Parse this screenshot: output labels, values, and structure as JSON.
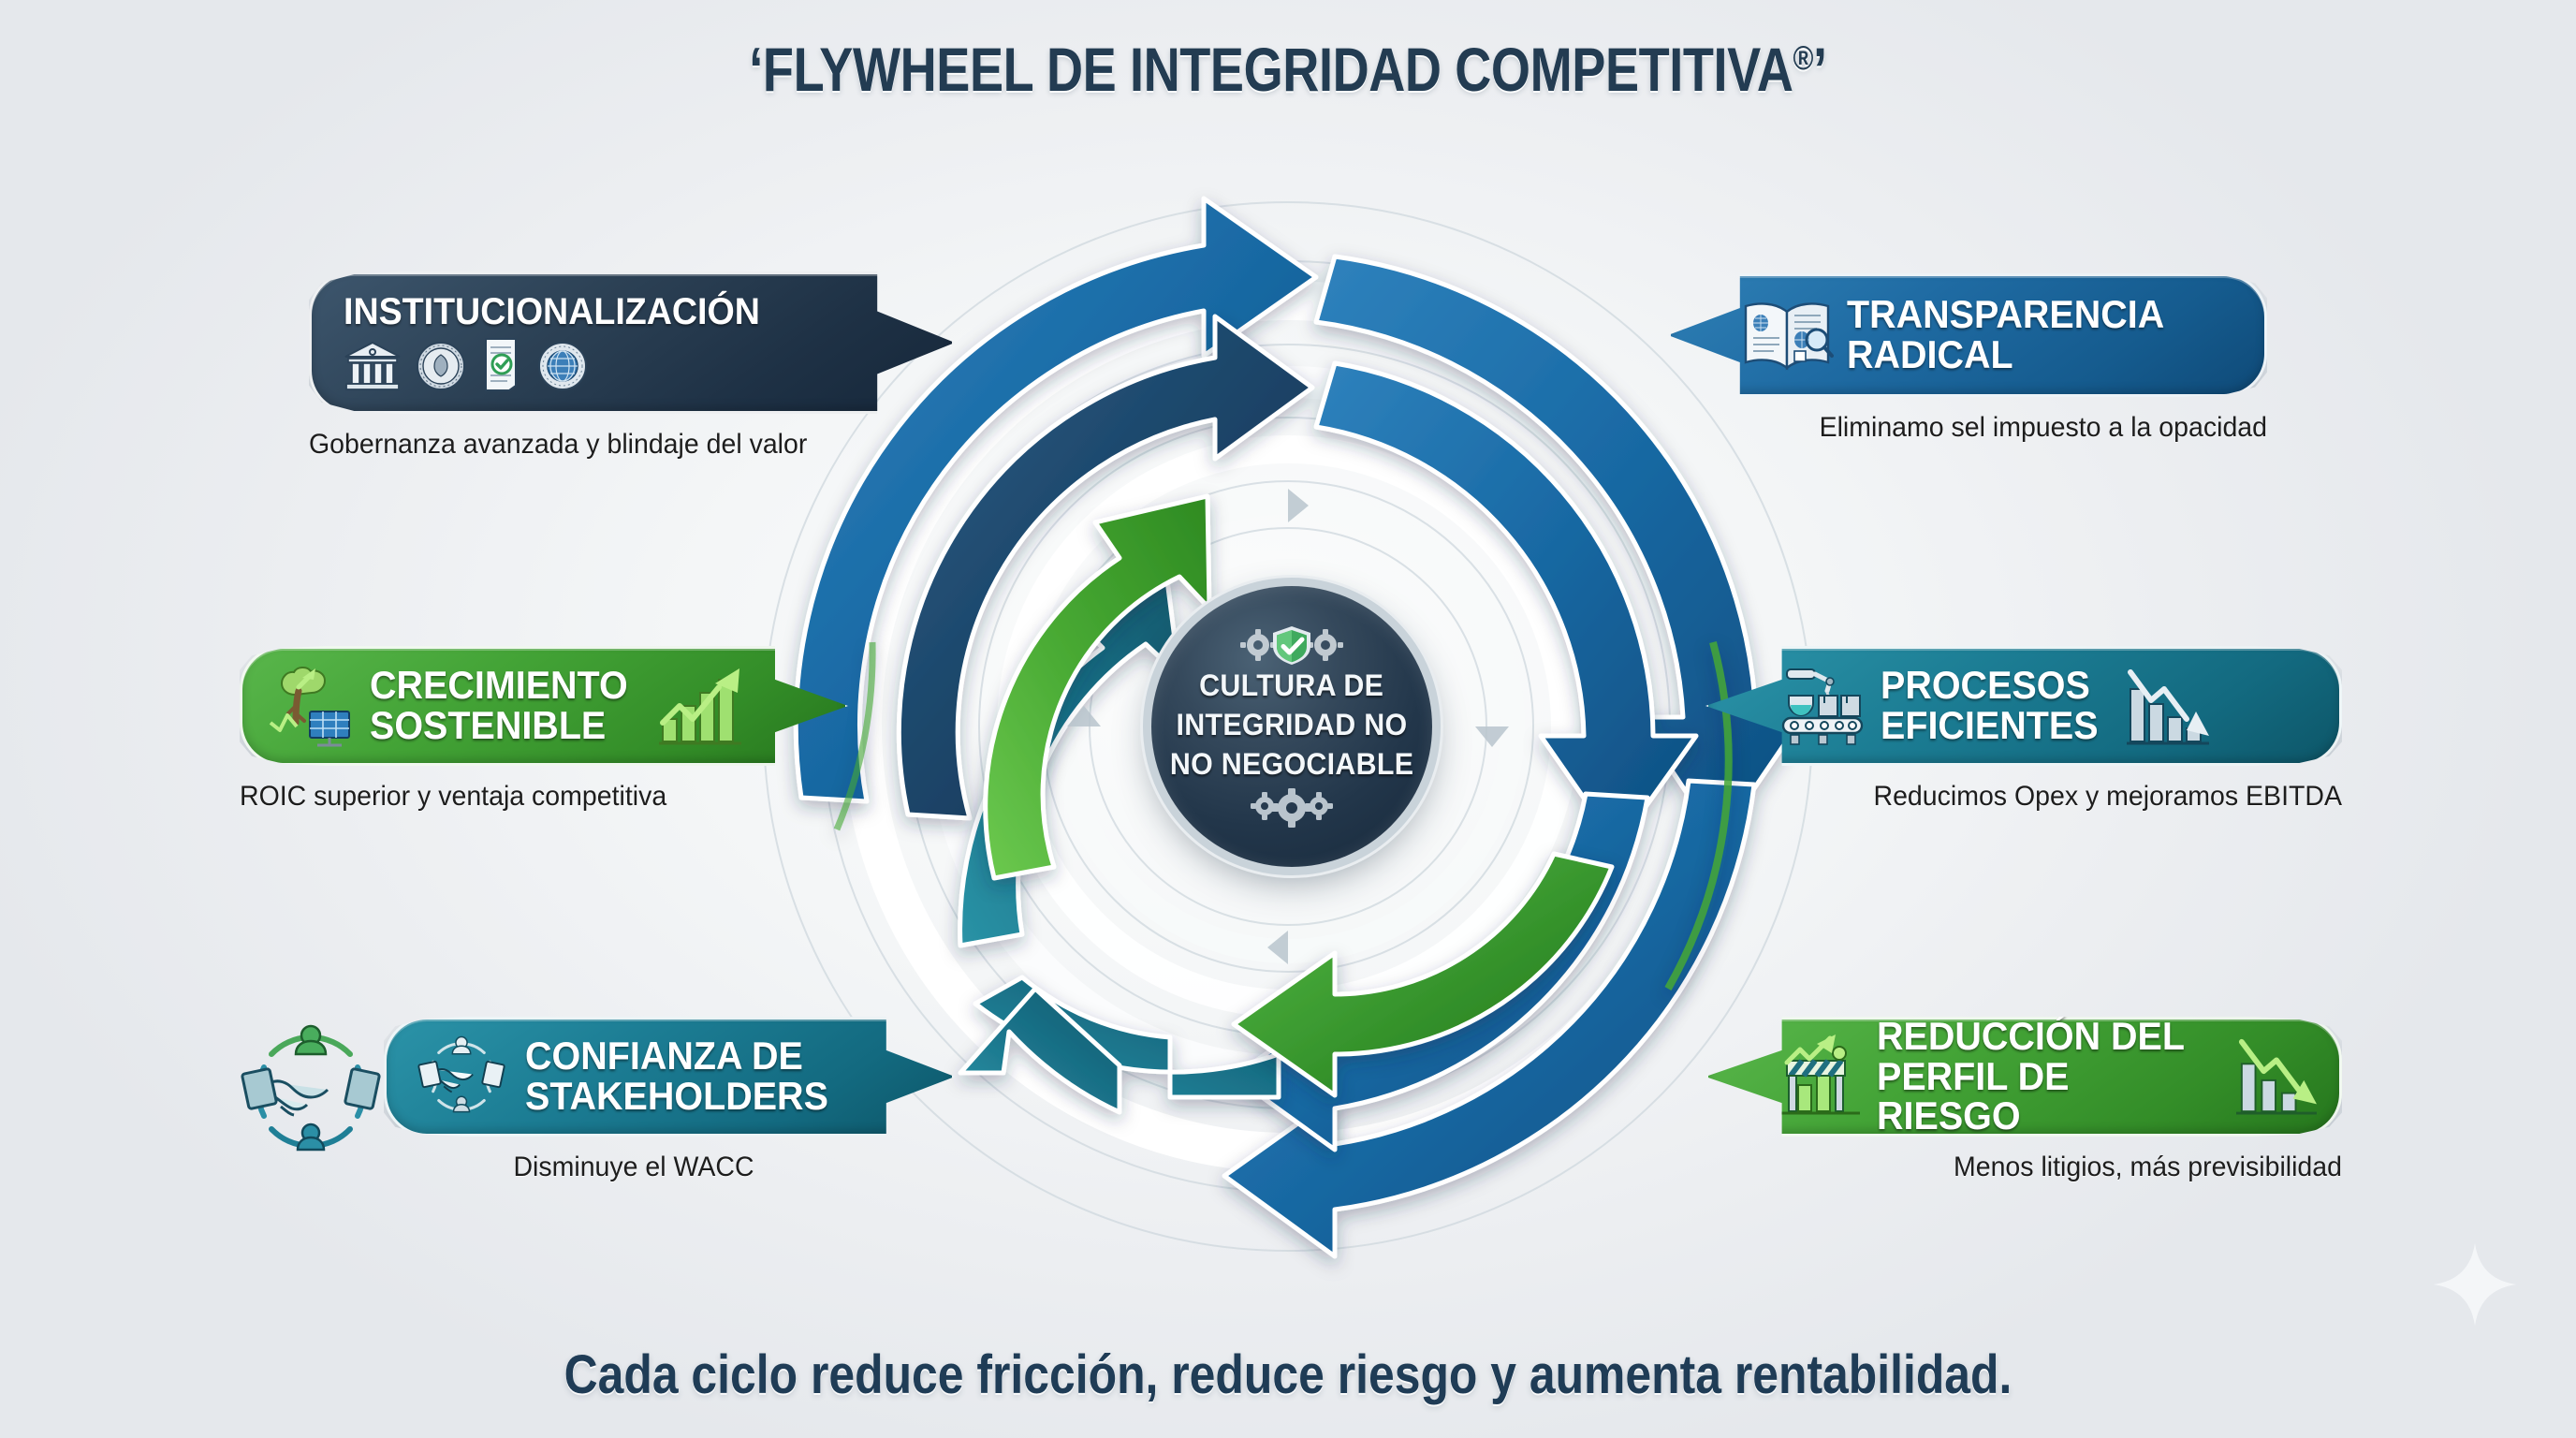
{
  "title": "‘FLYWHEEL DE INTEGRIDAD COMPETITIVA",
  "title_mark": "®",
  "title_close": "’",
  "footer": "Cada ciclo reduce fricción, reduce riesgo y aumenta rentabilidad.",
  "hub": {
    "line1": "CULTURA DE",
    "line2": "INTEGRIDAD NO",
    "line3": "NO NEGOCIABLE",
    "icon_top": "shield-check-gears-icon",
    "icon_bottom": "gears-icon"
  },
  "colors": {
    "navy": "#1e3145",
    "blue": "#155b8e",
    "teal": "#136a80",
    "green": "#338d28",
    "background": "#eceef1",
    "title_text": "#233c52",
    "caption_text": "#1d1d1d"
  },
  "nodes": [
    {
      "id": "institucionalizacion",
      "label": "INSTITUCIONALIZACIÓN",
      "caption": "Gobernanza avanzada y blindaje del valor",
      "color": "navy",
      "direction": "points-right",
      "icons": [
        "bank-institution-icon",
        "official-seal-icon",
        "certified-document-icon",
        "global-standard-seal-icon"
      ]
    },
    {
      "id": "transparencia-radical",
      "label": "TRANSPARENCIA\nRADICAL",
      "caption": "Eliminamo sel impuesto a la opacidad",
      "color": "blue",
      "direction": "points-left",
      "icons": [
        "open-book-magnifier-icon"
      ]
    },
    {
      "id": "crecimiento-sostenible",
      "label": "CRECIMIENTO\nSOSTENIBLE",
      "caption": "ROIC superior y ventaja competitiva",
      "color": "green",
      "direction": "points-right",
      "icons": [
        "tree-solar-panel-icon",
        "rising-bar-chart-icon"
      ]
    },
    {
      "id": "procesos-eficientes",
      "label": "PROCESOS\nEFICIENTES",
      "caption": "Reducimos Opex y mejoramos EBITDA",
      "color": "teal",
      "direction": "points-left",
      "icons": [
        "robotic-conveyor-icon",
        "declining-bar-chart-icon"
      ]
    },
    {
      "id": "confianza-stakeholders",
      "label": "CONFIANZA DE\nSTAKEHOLDERS",
      "caption": "Disminuye el WACC",
      "color": "teal",
      "direction": "points-right",
      "icons": [
        "handshake-stakeholders-icon"
      ],
      "external_icon": "handshake-network-badge-icon"
    },
    {
      "id": "reduccion-perfil-riesgo",
      "label": "REDUCCIÓN DEL\nPERFIL DE RIESGO",
      "caption": "Menos litigios, más previsibilidad",
      "color": "green",
      "direction": "points-left",
      "icons": [
        "risk-barrier-chart-icon",
        "declining-arrow-chart-icon"
      ]
    }
  ],
  "decoration": {
    "sparkle": "sparkle-icon",
    "ring_arrows": "circular-flow-arrows"
  }
}
